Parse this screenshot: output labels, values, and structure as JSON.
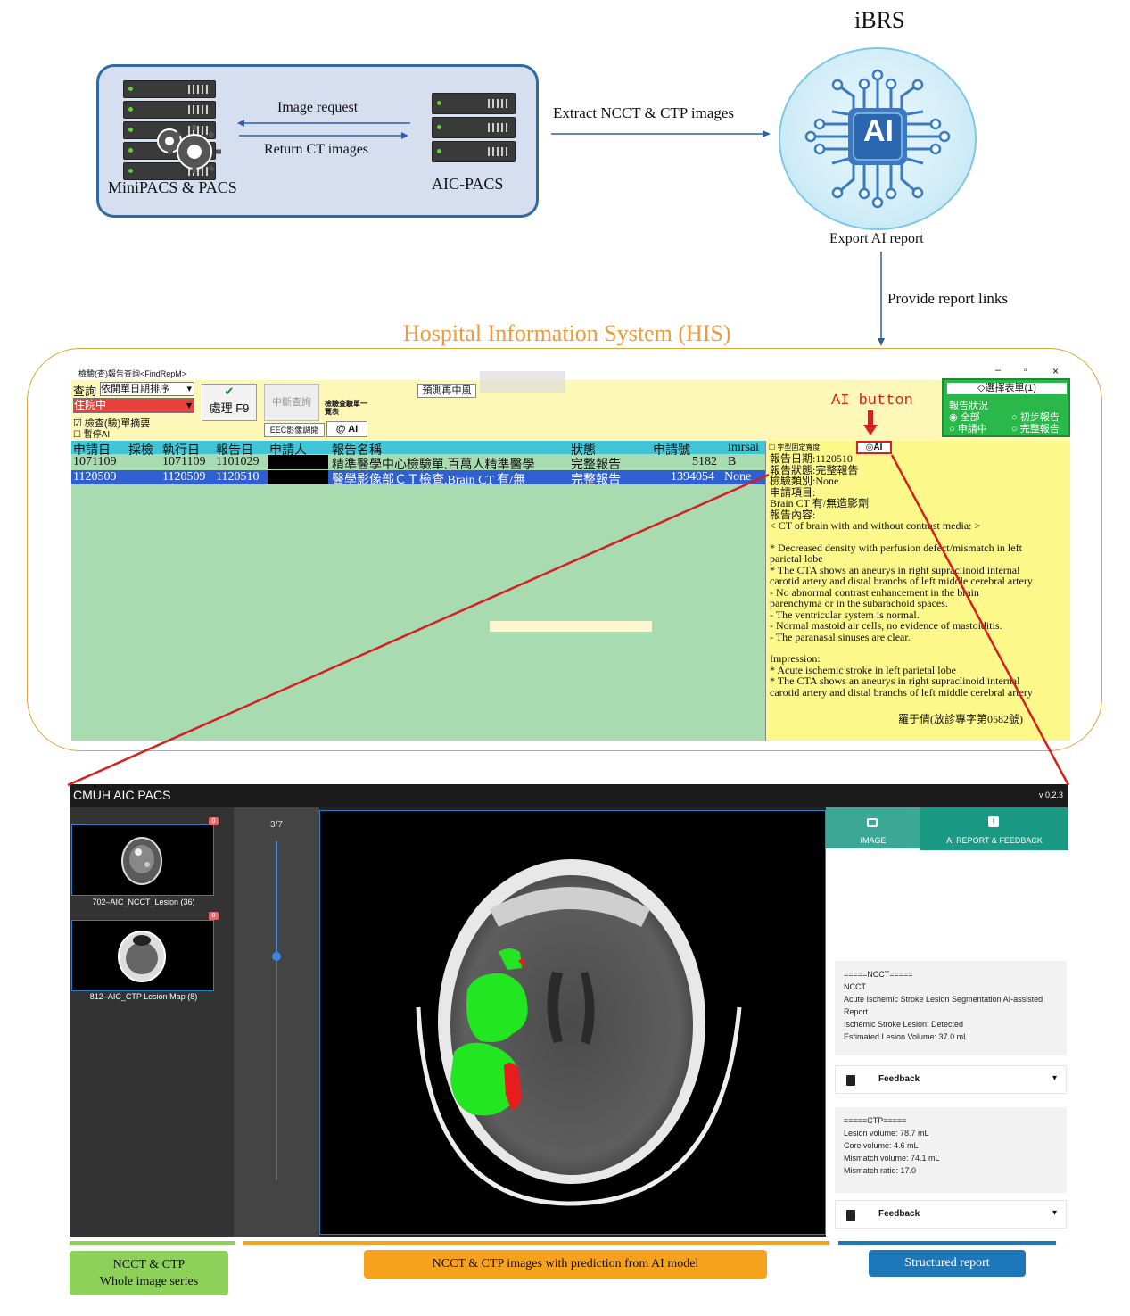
{
  "flow": {
    "image_request": "Image request",
    "return_ct": "Return CT images",
    "minipacs_label": "MiniPACS & PACS",
    "aicpacs_label": "AIC-PACS",
    "extract_label": "Extract NCCT & CTP images",
    "ibrs_title": "iBRS",
    "ai_chip": "AI",
    "export_label": "Export AI report",
    "provide_links": "Provide report links",
    "his_title": "Hospital Information System (HIS)"
  },
  "his": {
    "window_title": "檢驗(查)報告查詢<FindRepM>",
    "query_label": "查詢",
    "sort_select": "依開單日期排序",
    "status_select": "住院中",
    "process_btn": "處理 F9",
    "interrupt_btn": "中斷查詢",
    "predict_btn": "預測再中風",
    "checkbox1": "檢查(驗)單摘要",
    "checkbox2": "暫停AI",
    "exam_list": "檢驗查驗單一覽表",
    "eec_btn": "EEC影像調閱",
    "ai_btn_small": "AI",
    "select_form": "◇選擇表單(1)",
    "report_status_label": "報告狀況",
    "radio_all": "全部",
    "radio_applying": "申請中",
    "radio_preliminary": "初步報告",
    "radio_complete": "完整報告",
    "ai_button_callout": "AI button",
    "font_fix": "字型固定寬度",
    "ai_btn": "AI",
    "headers": [
      "申請日",
      "採檢",
      "執行日",
      "報告日",
      "申請人",
      "報告名稱",
      "狀態",
      "申請號",
      "imrsai"
    ],
    "rows": [
      [
        "1071109",
        "",
        "1071109",
        "1101029",
        "",
        "精準醫學中心檢驗單,百萬人精準醫學",
        "完整報告",
        "5182",
        "B"
      ],
      [
        "1120509",
        "",
        "1120509",
        "1120510",
        "",
        "醫學影像部ＣＴ檢查,Brain CT 有/無",
        "完整報告",
        "1394054",
        "None"
      ]
    ],
    "report_lines": [
      "報告日期:1120510",
      "報告狀態:完整報告",
      "檢驗類別:None",
      "申請項目:",
      "   Brain CT 有/無造影劑",
      "報告內容:",
      "< CT of brain with and without contrast media: >",
      "",
      "* Decreased density with perfusion defect/mismatch in left",
      "parietal lobe",
      "* The CTA shows an aneurys in right supraclinoid internal",
      "carotid artery and distal branchs of left middle cerebral artery",
      "- No abnormal contrast enhancement in the brain",
      "parenchyma or in the subarachoid spaces.",
      "- The ventricular system is normal.",
      "- Normal mastoid air cells, no evidence of mastoiditis.",
      "- The paranasal sinuses are clear.",
      "",
      "Impression:",
      "* Acute ischemic stroke in left parietal lobe",
      "* The CTA shows an aneurys in right supraclinoid internal",
      "carotid artery and distal branchs of left middle cerebral artery"
    ],
    "signature": "羅于倩(放診專字第0582號)"
  },
  "viewer": {
    "app_title": "CMUH AIC PACS",
    "version": "v 0.2.3",
    "series": [
      {
        "label": "702–AIC_NCCT_Lesion (36)",
        "badge": "0"
      },
      {
        "label": "812–AIC_CTP Lesion Map (8)",
        "badge": "0"
      }
    ],
    "slice_counter": "3/7",
    "slider_position": 0.34,
    "tabs": {
      "image": "IMAGE",
      "report": "AI REPORT & FEEDBACK"
    },
    "ncct_card": [
      "=====NCCT=====",
      "NCCT",
      "Acute Ischemic Stroke Lesion Segmentation AI-assisted Report",
      "Ischemic Stroke Lesion: Detected",
      "Estimated Lesion Volume: 37.0 mL"
    ],
    "feedback_label": "Feedback",
    "ctp_card": [
      "=====CTP=====",
      "Lesion volume: 78.7 mL",
      "Core volume: 4.6 mL",
      "Mismatch volume: 74.1 mL",
      "Mismatch ratio: 17.0"
    ]
  },
  "legend": {
    "left": [
      "NCCT & CTP",
      "Whole image series"
    ],
    "middle": "NCCT & CTP images with prediction from AI model",
    "right": "Structured report"
  },
  "colors": {
    "accent_teal": "#1a9a85",
    "highlight_red": "#d62020",
    "legend_green": "#8dd05a",
    "legend_orange": "#f7a21c",
    "legend_blue": "#1e77b8"
  }
}
